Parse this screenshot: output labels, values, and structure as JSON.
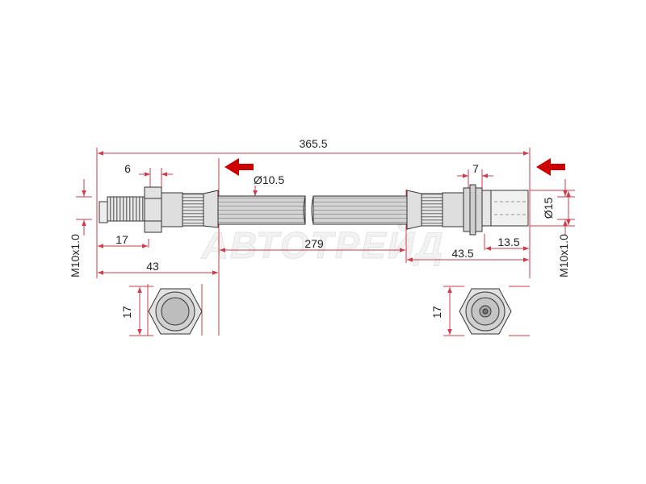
{
  "watermark": "АВТОТРЕЙД",
  "colors": {
    "dimension_line": "#d03b4b",
    "arrow": "#cc0000",
    "outline": "#333333",
    "hose_fill": "#cfcfcf",
    "fitting_fill": "#d9d9d9"
  },
  "dimensions": {
    "overall_length": "365.5",
    "hose_diameter": "Ø10.5",
    "hose_length": "279",
    "left_thread_length": "6",
    "left_nut_offset": "17",
    "left_fitting_length": "43",
    "left_thread_spec": "M10x1.0",
    "left_hex_size": "17",
    "right_flange_width": "7",
    "right_fitting_diameter": "Ø15",
    "right_socket_length": "13.5",
    "right_fitting_length": "43.5",
    "right_thread_spec": "M10x1.0",
    "right_hex_size": "17"
  },
  "icons": {
    "left_flow_arrow": "red-arrow-left-icon",
    "right_flow_arrow": "red-arrow-left-icon"
  }
}
